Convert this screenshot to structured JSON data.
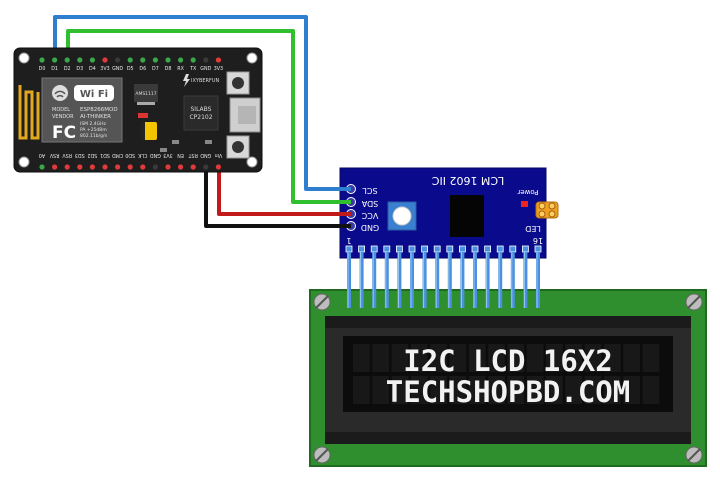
{
  "nodemcu": {
    "top_pins": [
      "D0",
      "D1",
      "D2",
      "D3",
      "D4",
      "3V3",
      "GND",
      "D5",
      "D6",
      "D7",
      "D8",
      "RX",
      "TX",
      "GND",
      "3V3"
    ],
    "bottom_pins": [
      "A0",
      "RSV",
      "RSV",
      "SD3",
      "SD2",
      "SD1",
      "CMD",
      "SD0",
      "CLK",
      "GND",
      "3V3",
      "EN",
      "RST",
      "GND",
      "Vin"
    ],
    "module_text": [
      "MODEL",
      "VENDOR"
    ],
    "module_name": "ESP8266MOD",
    "module_sub": "AI-THINKER",
    "wifi_label": "Wi Fi",
    "fc_label": "FC",
    "radio_specs": [
      "ISM 2.4GHz",
      "PA +25dBm",
      "802.11b/g/n"
    ],
    "regulator": "AMS1117",
    "silabs": [
      "SILABS",
      "CP2102"
    ],
    "brand": "IXYBERFUN"
  },
  "i2c_module": {
    "title": "LCM 1602 IIC",
    "pins": [
      "SCL",
      "SDA",
      "VCC",
      "GND"
    ],
    "power_label": "Power",
    "led_label": "LED",
    "pin_first": "1",
    "pin_last": "16"
  },
  "lcd": {
    "line1": "I2C LCD 16X2",
    "line2": "TECHSHOPBD.COM"
  },
  "colors": {
    "board": "#1e1e1e",
    "i2c_board": "#0a0a8c",
    "lcd_pcb": "#2f8f2f",
    "lcd_screen": "#0c0c0c",
    "lcd_text": "#f2f2f2",
    "wire_scl": "#2f7fd0",
    "wire_sda": "#2fbf2f",
    "wire_vcc": "#c01a1a",
    "wire_gnd": "#111111"
  }
}
